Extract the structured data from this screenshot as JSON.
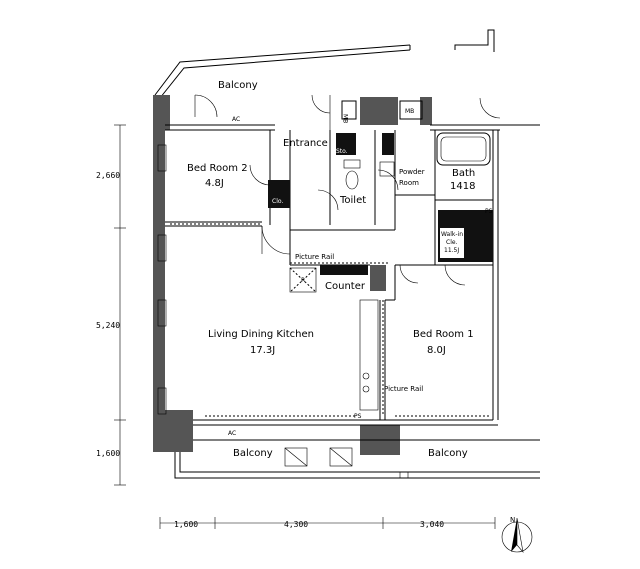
{
  "rooms": {
    "balcony_top": "Balcony",
    "bed2_name": "Bed Room 2",
    "bed2_size": "4.8J",
    "entrance": "Entrance",
    "toilet": "Toilet",
    "powder_room": "Powder\nRoom",
    "bath_name": "Bath",
    "bath_size": "1418",
    "walkin": "Walk-in\nCle.\n11.5J",
    "picture_rail_top": "Picture Rail",
    "counter": "Counter",
    "ldk_name": "Living Dining Kitchen",
    "ldk_size": "17.3J",
    "bed1_name": "Bed Room 1",
    "bed1_size": "8.0J",
    "picture_rail_right": "Picture Rail",
    "balcony_bottom_left": "Balcony",
    "balcony_bottom_right": "Balcony",
    "clo": "Clo.",
    "sto": "Sto.",
    "mb_left": "MB",
    "mb_right": "MB",
    "ps": "PS",
    "r": "R",
    "ac": "AC"
  },
  "dimensions": {
    "left": [
      "2,660",
      "5,240",
      "1,600"
    ],
    "bottom": [
      "1,600",
      "4,300",
      "3,040"
    ]
  },
  "compass": "N"
}
